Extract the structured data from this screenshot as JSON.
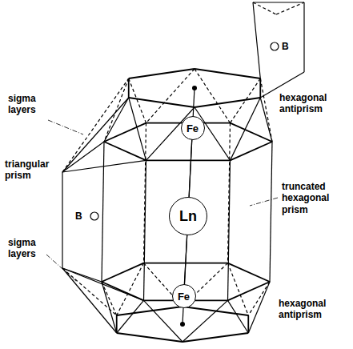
{
  "diagram": {
    "nodes": [
      {
        "text": [
          "Fe"
        ]
      },
      {
        "text": [
          "Ln"
        ]
      },
      {
        "text": [
          "Fe"
        ]
      }
    ],
    "edges": [
      {
        "from": 0,
        "to": 1,
        "arrow": "none"
      },
      {
        "from": 1,
        "to": 2,
        "arrow": "none"
      }
    ],
    "labels": [
      "B",
      "sigma layers",
      "triangular prism",
      "B",
      "sigma layers",
      "hexagonal antiprism",
      "truncated hexagonal prism",
      "hexagonal antiprism"
    ]
  }
}
